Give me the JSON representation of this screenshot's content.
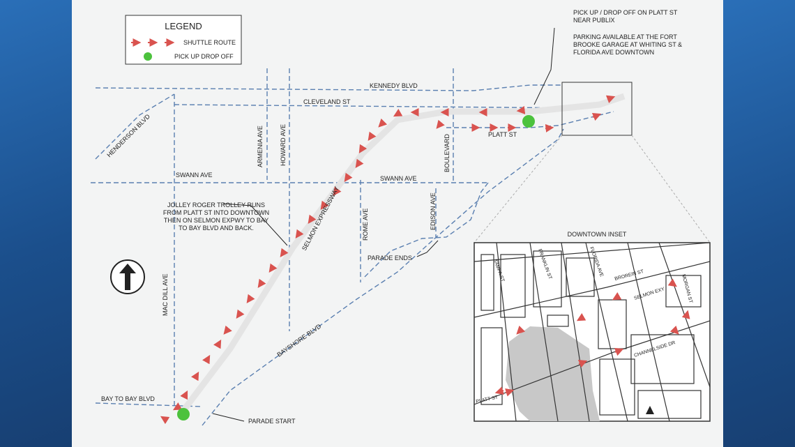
{
  "legend": {
    "title": "LEGEND",
    "shuttle_route": "SHUTTLE ROUTE",
    "pickup": "PICK UP DROP OFF"
  },
  "notes": {
    "pickup_line1": "PICK UP / DROP OFF ON PLATT ST",
    "pickup_line2": "NEAR PUBLIX",
    "parking_line1": "PARKING AVAILABLE AT THE FORT",
    "parking_line2": "BROOKE GARAGE AT WHITING ST &",
    "parking_line3": "FLORIDA AVE  DOWNTOWN",
    "trolley_line1": "JOLLEY ROGER TROLLEY RUNS",
    "trolley_line2": "FROM PLATT ST INTO DOWNTOWN",
    "trolley_line3": "THEN ON SELMON EXPWY TO BAY",
    "trolley_line4": "TO BAY BLVD AND BACK.",
    "parade_ends": "PARADE ENDS",
    "parade_start": "PARADE START"
  },
  "streets": {
    "kennedy": "KENNEDY BLVD",
    "cleveland": "CLEVELAND ST",
    "platt": "PLATT ST",
    "henderson": "HENDERSON BLVD",
    "armenia": "ARMENIA AVE",
    "howard": "HOWARD AVE",
    "swann_left": "SWANN AVE",
    "swann_right": "SWANN AVE",
    "boulevard": "BOULEVARD",
    "selmon": "SELMON EXPRESSWAY",
    "rome": "ROME AVE",
    "edison": "EDISON AVE",
    "macdill": "MAC DILL AVE",
    "bayshore": "BAYSHORE BLVD",
    "bay_to_bay": "BAY TO BAY  BLVD"
  },
  "inset": {
    "title": "DOWNTOWN INSET",
    "tampa": "TAMPA ST",
    "franklin": "FRANKLIN ST",
    "florida": "FLORIDA AVE",
    "brorein": "BROREIN ST",
    "morgan": "MORGAN ST",
    "selmon": "SELMON EXY",
    "channelside": "CHANNELSIDE DR",
    "platt": "PLATT ST"
  },
  "colors": {
    "route_arrow": "#d9534f",
    "pickup_dot": "#4cc23d",
    "street_dashed": "#5a7fb0"
  }
}
